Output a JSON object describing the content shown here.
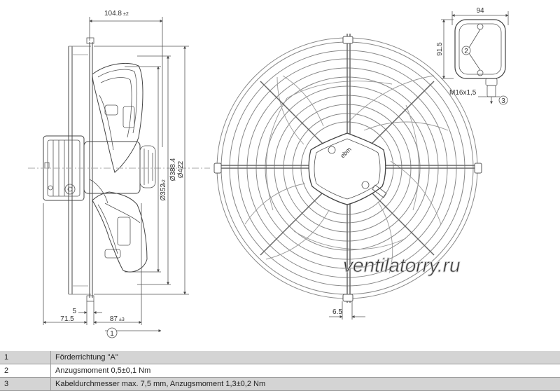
{
  "dimensions": {
    "width_104_8": "104.8",
    "width_104_8_tol": "±2",
    "dia_388_4": "Ø388.4",
    "dia_422": "Ø422",
    "dia_352": "Ø352",
    "dia_352_tol": "±2",
    "dim_5": "5",
    "dim_71_5": "71.5",
    "dim_87": "87",
    "dim_87_tol": "±3",
    "dim_6_5": "6.5",
    "box_94": "94",
    "box_91_5": "91.5",
    "thread": "M16x1,5"
  },
  "callouts": [
    "1",
    "2",
    "3"
  ],
  "watermark": "ventilatorry.ru",
  "legend": [
    {
      "num": "1",
      "text": "Förderrichtung \"A\""
    },
    {
      "num": "2",
      "text": "Anzugsmoment 0,5±0,1 Nm"
    },
    {
      "num": "3",
      "text": "Kabeldurchmesser max. 7,5 mm, Anzugsmoment 1,3±0,2 Nm"
    }
  ]
}
